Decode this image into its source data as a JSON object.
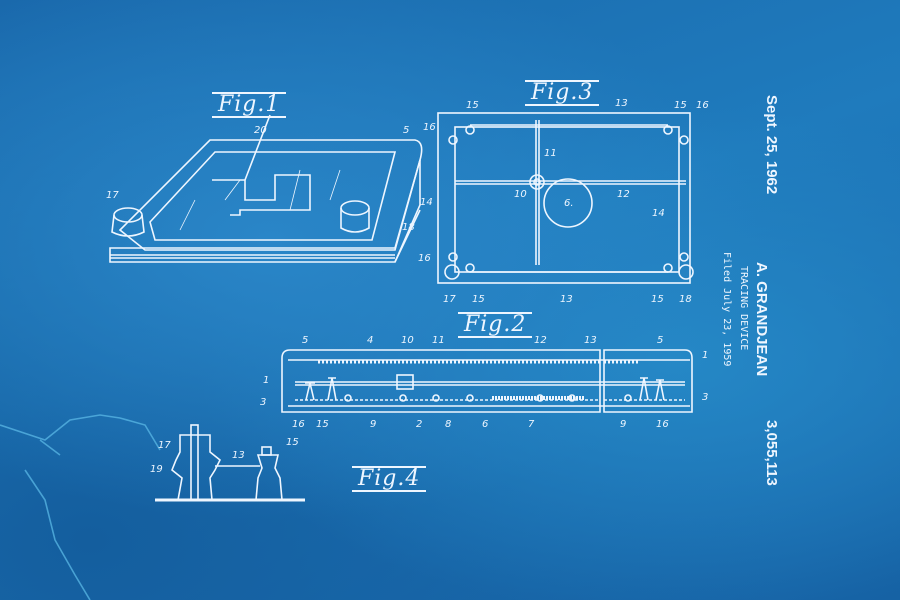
{
  "patent": {
    "date": "Sept. 25, 1962",
    "inventor": "A. GRANDJEAN",
    "title": "TRACING DEVICE",
    "filed": "Filed July 23, 1959",
    "number": "3,055,113"
  },
  "figures": {
    "fig1": {
      "label": "Fig.1",
      "refs": [
        "20",
        "5",
        "17",
        "14",
        "18"
      ]
    },
    "fig2": {
      "label": "Fig.2",
      "refs": [
        "5",
        "4",
        "10",
        "11",
        "12",
        "13",
        "5",
        "1",
        "1",
        "3",
        "3",
        "16",
        "15",
        "9",
        "2",
        "8",
        "6",
        "7",
        "9",
        "16"
      ]
    },
    "fig3": {
      "label": "Fig.3",
      "refs": [
        "15",
        "13",
        "15",
        "16",
        "16",
        "11",
        "10",
        "6.",
        "12",
        "14",
        "16",
        "17",
        "15",
        "13",
        "15",
        "18"
      ]
    },
    "fig4": {
      "label": "Fig.4",
      "refs": [
        "17",
        "19",
        "13",
        "15"
      ]
    }
  },
  "colors": {
    "background": "#1b6fb3",
    "ink": "#eef6ff",
    "crack": "#5ab8e6"
  }
}
